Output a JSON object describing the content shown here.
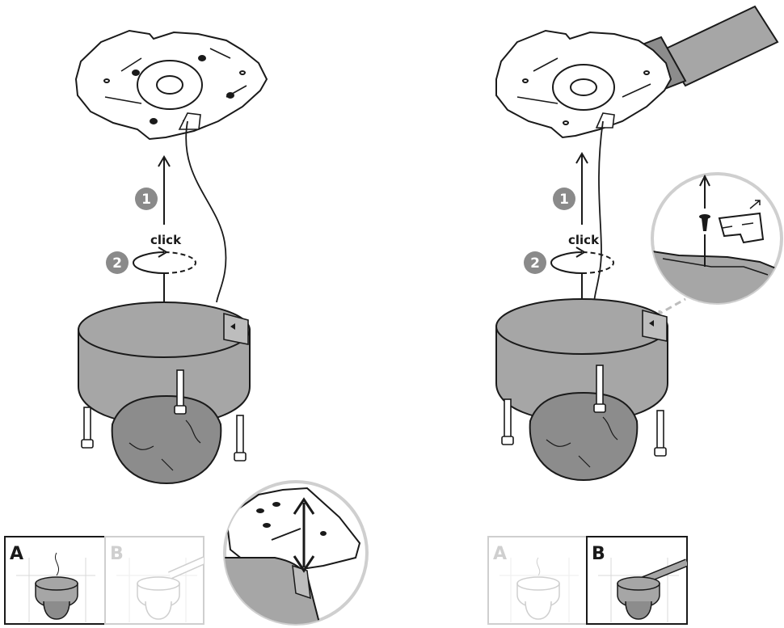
{
  "left": {
    "step1": "1",
    "step2": "2",
    "click": "click",
    "option_a": "A",
    "option_b": "B"
  },
  "right": {
    "step1": "1",
    "step2": "2",
    "click": "click",
    "option_a": "A",
    "option_b": "B"
  },
  "colors": {
    "ink": "#1a1a1a",
    "camera_gray": "#a6a6a6",
    "camera_dark": "#8c8c8c",
    "badge_gray": "#8a8a8a",
    "faded": "#cfcfcf",
    "inset_bg": "#f4f4f4"
  }
}
